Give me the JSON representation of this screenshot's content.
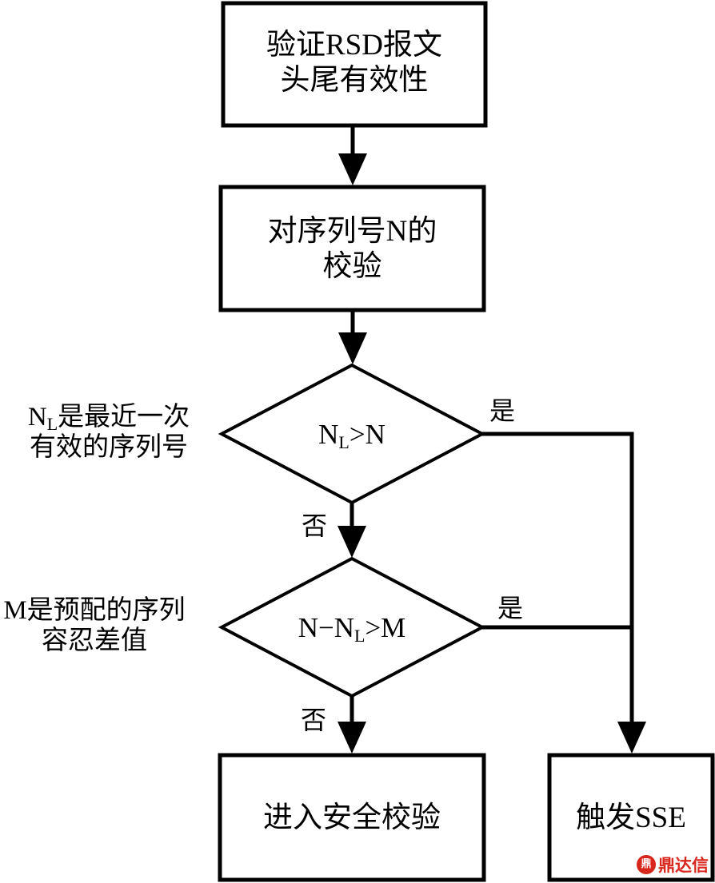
{
  "diagram": {
    "type": "flowchart",
    "nodes": {
      "verify_header": {
        "line1": "验证RSD报文",
        "line2": "头尾有效性"
      },
      "check_seq": {
        "line1": "对序列号N的",
        "line2": "校验"
      },
      "decision1": {
        "pre": "N",
        "sub": "L",
        "post": ">N"
      },
      "decision2": {
        "pre": "N−N",
        "sub": "L",
        "post": ">M"
      },
      "enter_security": {
        "text": "进入安全校验"
      },
      "trigger_sse": {
        "text": "触发SSE"
      }
    },
    "annotations": {
      "nl_note": {
        "pre": "N",
        "sub": "L",
        "line1_rest": "是最近一次",
        "line2": "有效的序列号"
      },
      "m_note": {
        "line1": "M是预配的序列",
        "line2": "容忍差值"
      }
    },
    "edge_labels": {
      "d1_yes": "是",
      "d1_no": "否",
      "d2_yes": "是",
      "d2_no": "否"
    },
    "edges": [
      {
        "from": "verify_header",
        "to": "check_seq",
        "label": ""
      },
      {
        "from": "check_seq",
        "to": "decision1",
        "label": ""
      },
      {
        "from": "decision1",
        "to": "decision2",
        "label": "否"
      },
      {
        "from": "decision1",
        "to": "trigger_sse",
        "label": "是"
      },
      {
        "from": "decision2",
        "to": "enter_security",
        "label": "否"
      },
      {
        "from": "decision2",
        "to": "trigger_sse",
        "label": "是"
      }
    ]
  },
  "watermark": {
    "logo_glyph": "鼎",
    "text": "鼎达信",
    "color": "#d9261c"
  }
}
